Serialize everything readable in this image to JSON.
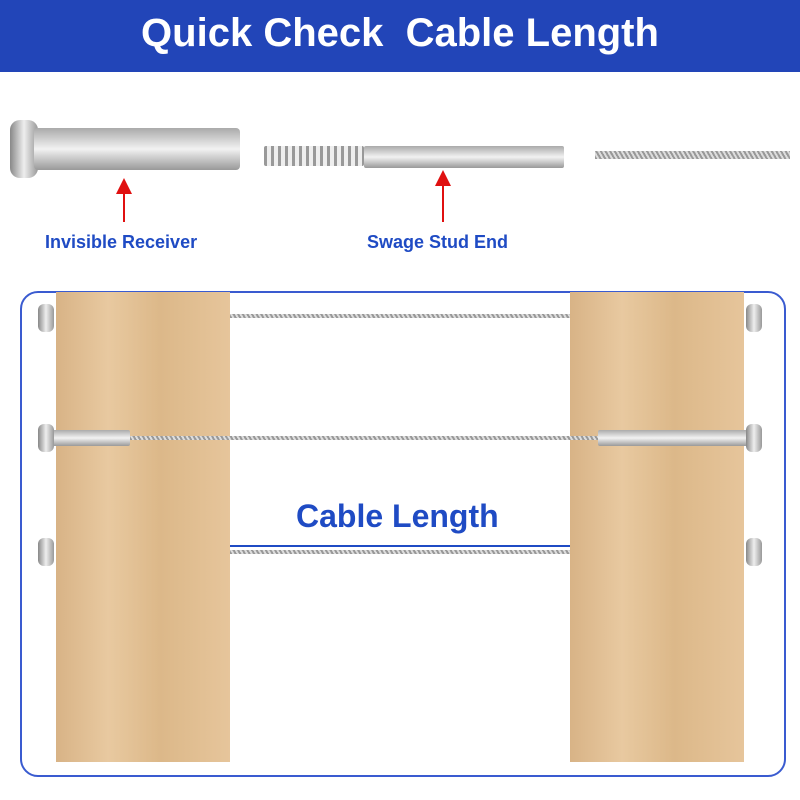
{
  "title": "Quick Check  Cable Length",
  "labels": {
    "receiver": "Invisible Receiver",
    "stud": "Swage Stud End",
    "cable_length": "Cable Length"
  },
  "colors": {
    "banner": "#2245b8",
    "accent": "#1f4bc4",
    "arrow": "#e01010"
  }
}
